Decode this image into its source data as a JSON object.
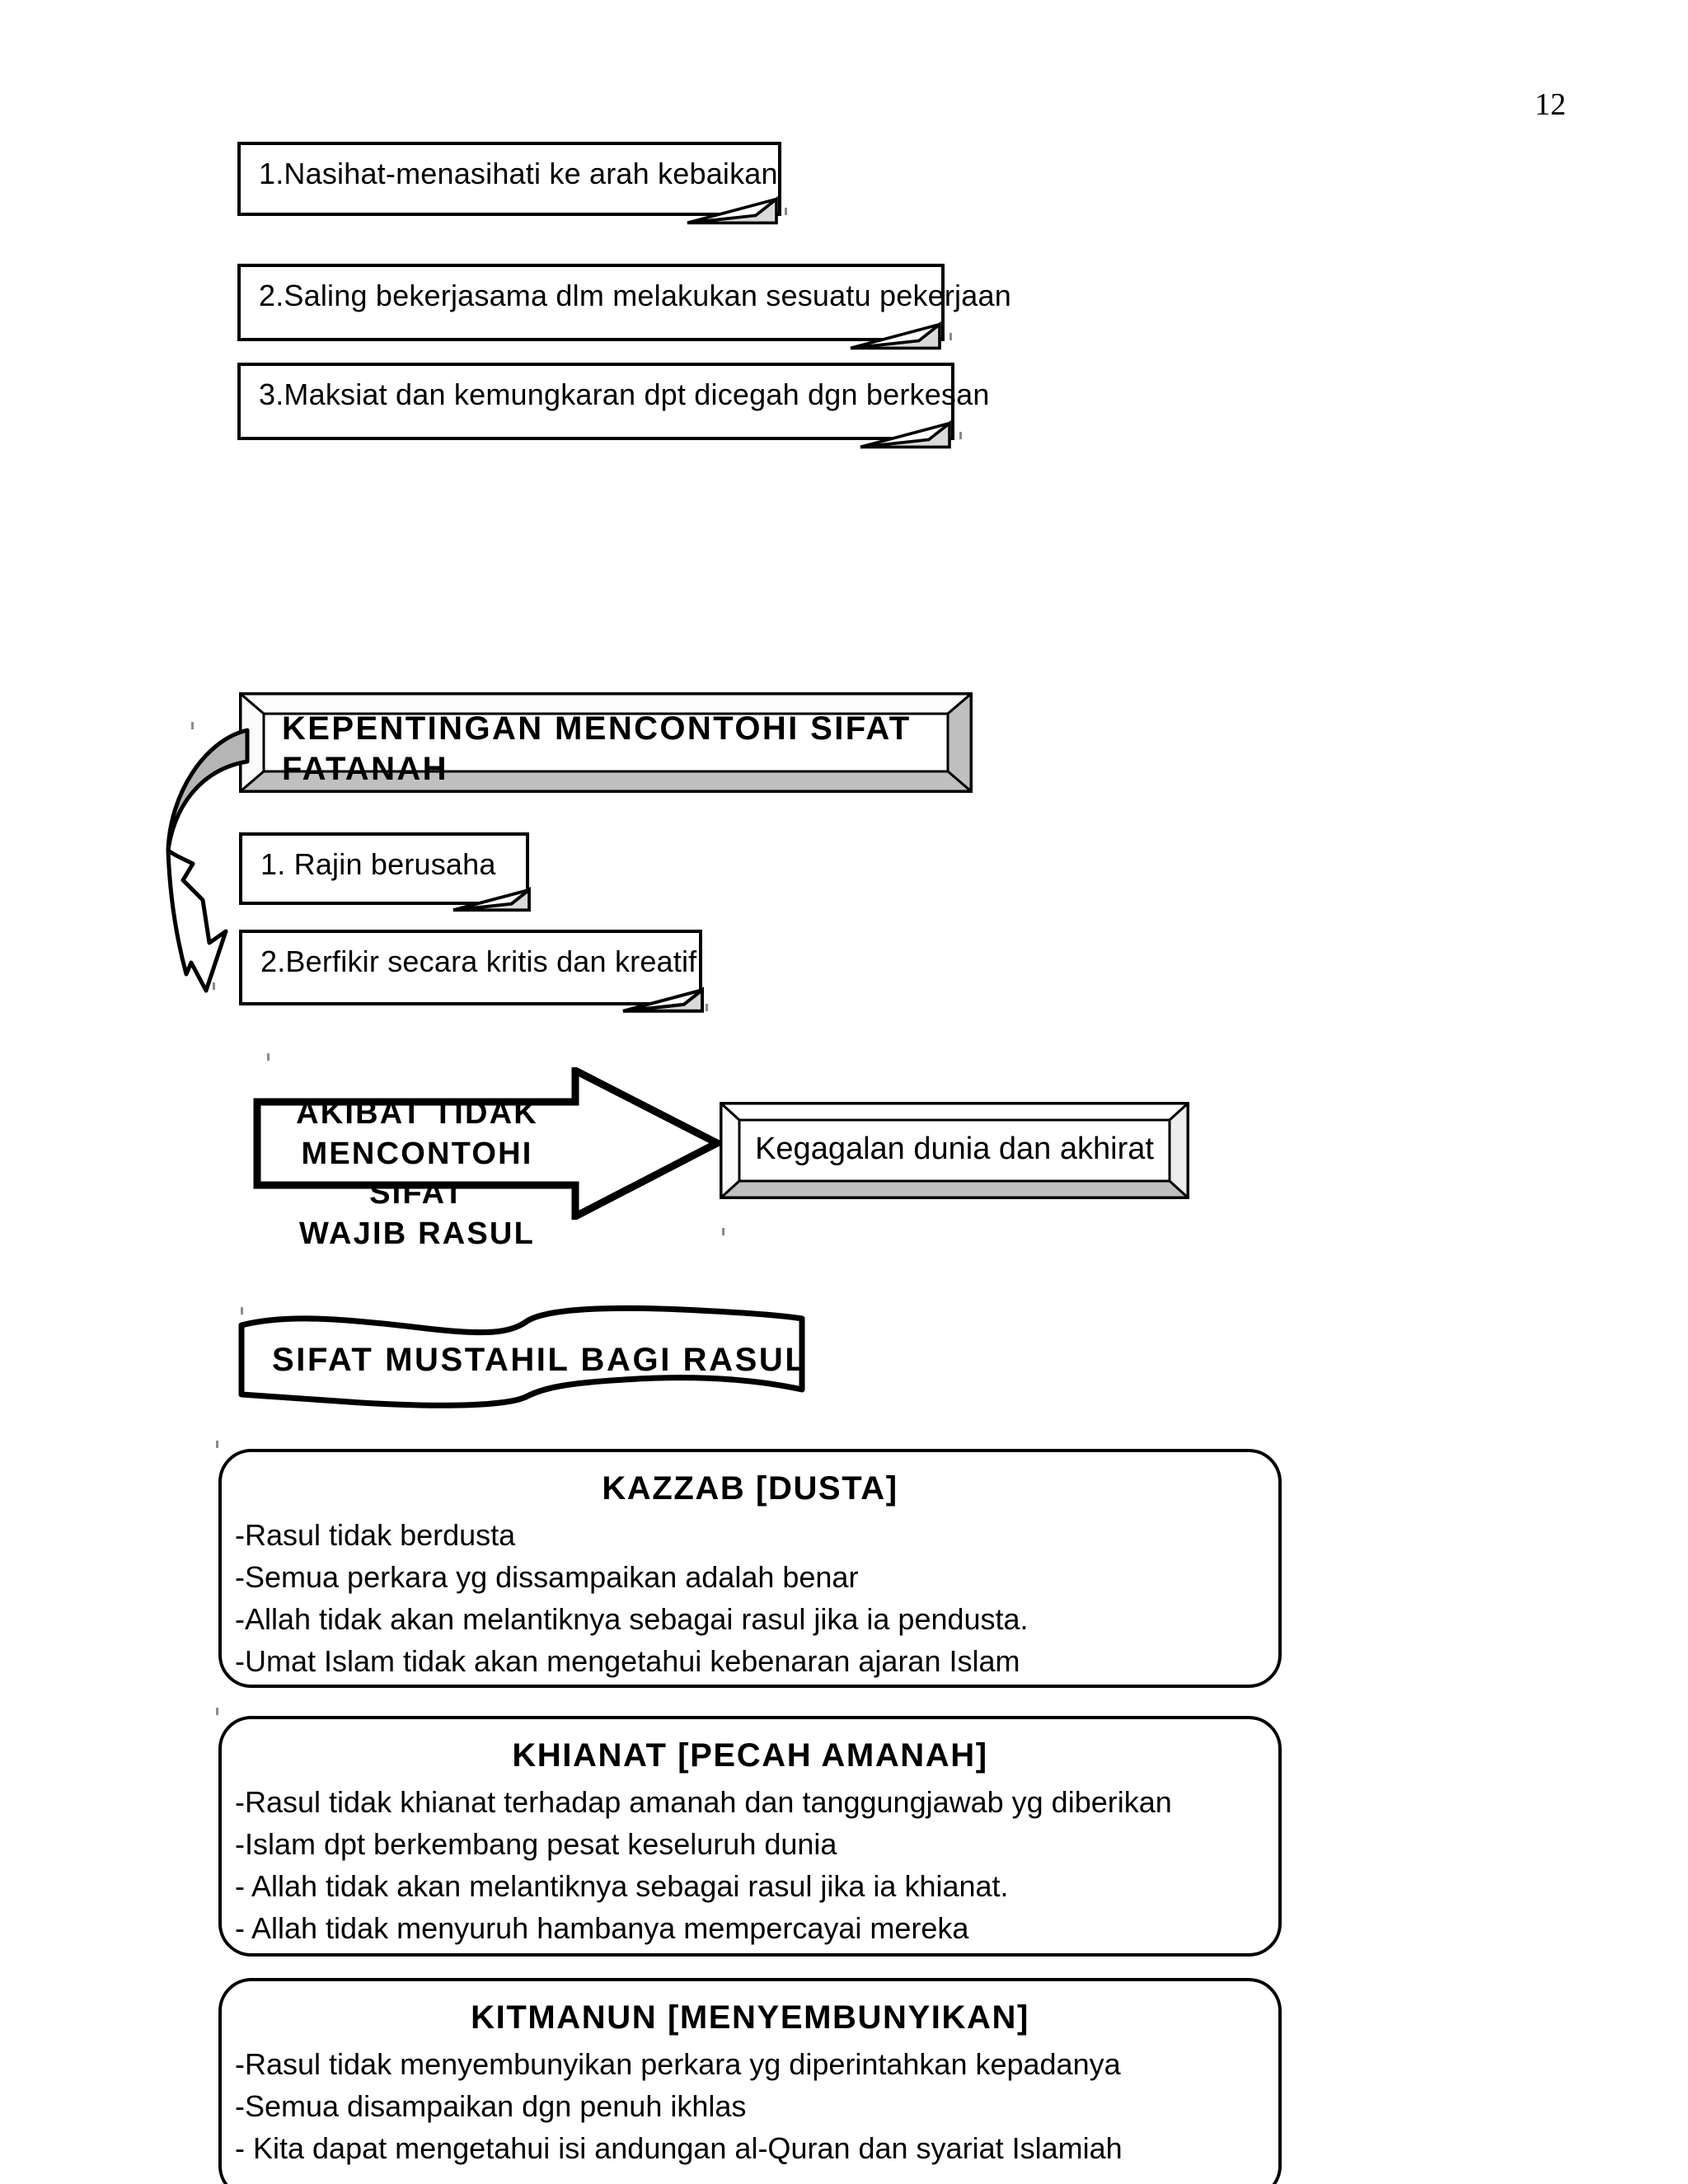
{
  "page": {
    "number": "12"
  },
  "top_notes": [
    {
      "text": "1.Nasihat-menasihati ke arah kebaikan"
    },
    {
      "text": "2.Saling bekerjasama dlm melakukan sesuatu pekerjaan"
    },
    {
      "text": "3.Maksiat dan kemungkaran dpt dicegah dgn berkesan"
    }
  ],
  "fatanah_section": {
    "heading": "KEPENTINGAN MENCONTOHI SIFAT\nFATANAH",
    "notes": [
      {
        "text": "1. Rajin berusaha"
      },
      {
        "text": "2.Berfikir secara kritis dan kreatif"
      }
    ]
  },
  "consequence": {
    "arrow_label": "AKIBAT TIDAK\nMENCONTOHI SIFAT\nWAJIB RASUL",
    "result_box": "Kegagalan dunia dan akhirat"
  },
  "mustahil_banner": {
    "text": "SIFAT MUSTAHIL BAGI RASUL"
  },
  "mustahil_cards": [
    {
      "title": "KAZZAB [DUSTA]",
      "lines": [
        "-Rasul tidak berdusta",
        "-Semua perkara yg dissampaikan adalah benar",
        "-Allah tidak akan melantiknya sebagai rasul jika ia pendusta.",
        "-Umat Islam tidak akan mengetahui kebenaran ajaran Islam"
      ]
    },
    {
      "title": "KHIANAT [PECAH AMANAH]",
      "lines": [
        "-Rasul tidak khianat terhadap amanah dan tanggungjawab yg diberikan",
        "-Islam dpt berkembang pesat keseluruh dunia",
        "- Allah tidak akan melantiknya sebagai rasul jika ia khianat.",
        "- Allah tidak menyuruh hambanya mempercayai mereka"
      ]
    },
    {
      "title": "KITMANUN [MENYEMBUNYIKAN]",
      "lines": [
        "-Rasul tidak menyembunyikan perkara yg diperintahkan kepadanya",
        "-Semua disampaikan dgn penuh ikhlas",
        "- Kita dapat mengetahui  isi andungan al-Quran dan syariat Islamiah"
      ]
    }
  ],
  "colors": {
    "ink": "#000000",
    "paper": "#ffffff",
    "bevel_shadow": "#c0c0c0",
    "bevel_light": "#f2f2f2",
    "fold_fill": "#d9d9d9",
    "curve_fill": "#b5b5b5"
  }
}
